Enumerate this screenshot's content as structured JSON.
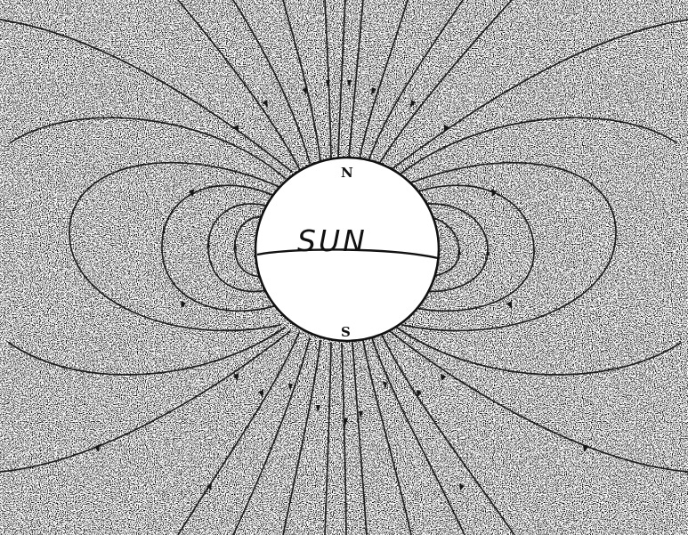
{
  "diagram": {
    "body_label": "SUN",
    "north_pole_label": "N",
    "south_pole_label": "S",
    "colors": {
      "background": "#ffffff",
      "ink": "#111111"
    }
  }
}
